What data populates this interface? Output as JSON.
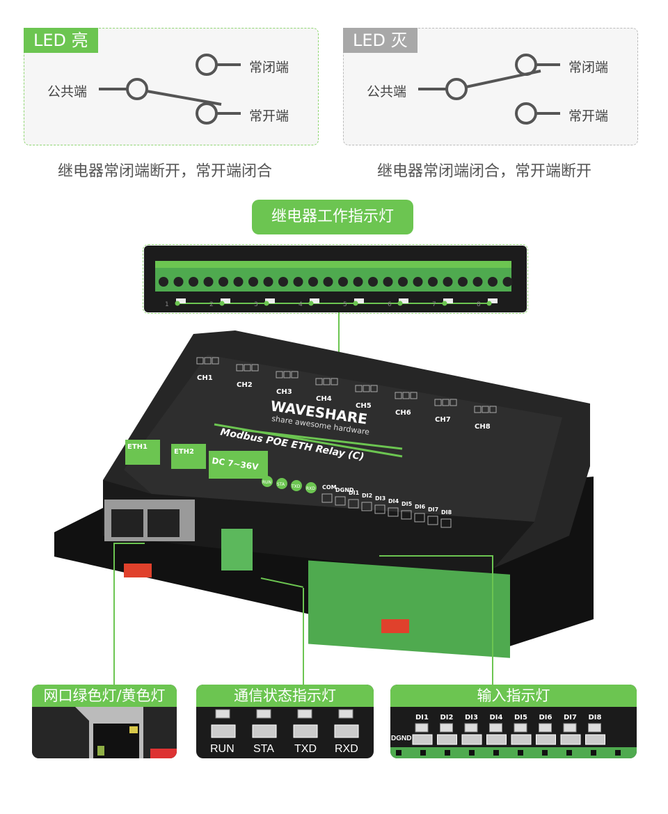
{
  "colors": {
    "accent_green": "#6cc551",
    "off_gray": "#a8a8a8",
    "caption": "#555555"
  },
  "led_on": {
    "tag": "LED 亮",
    "common": "公共端",
    "nc": "常闭端",
    "no": "常开端",
    "caption": "继电器常闭端断开，常开端闭合"
  },
  "led_off": {
    "tag": "LED 灭",
    "common": "公共端",
    "nc": "常闭端",
    "no": "常开端",
    "caption": "继电器常闭端闭合，常开端断开"
  },
  "relay_indicator": {
    "title": "继电器工作指示灯",
    "channels": [
      "1",
      "2",
      "3",
      "4",
      "5",
      "6",
      "7",
      "8"
    ]
  },
  "device": {
    "brand": "WAVESHARE",
    "slogan": "share awesome hardware",
    "model": "Modbus POE ETH Relay (C)",
    "channels": [
      "CH1",
      "CH2",
      "CH3",
      "CH4",
      "CH5",
      "CH6",
      "CH7",
      "CH8"
    ],
    "eth": [
      "ETH1",
      "ETH2"
    ],
    "power": "DC 7~36V",
    "power_pins": [
      "●",
      "+",
      "−"
    ],
    "leds": [
      "RUN",
      "STA",
      "TXD",
      "RXD"
    ],
    "inputs": [
      "COM",
      "DGND",
      "DI1",
      "DI2",
      "DI3",
      "DI4",
      "DI5",
      "DI6",
      "DI7",
      "DI8"
    ]
  },
  "panels": {
    "eth_led": {
      "title": "网口绿色灯/黄色灯"
    },
    "comm_led": {
      "title": "通信状态指示灯",
      "labels": [
        "RUN",
        "STA",
        "TXD",
        "RXD"
      ]
    },
    "input_led": {
      "title": "输入指示灯",
      "dgnd": "DGND",
      "labels": [
        "DI1",
        "DI2",
        "DI3",
        "DI4",
        "DI5",
        "DI6",
        "DI7",
        "DI8"
      ]
    }
  }
}
